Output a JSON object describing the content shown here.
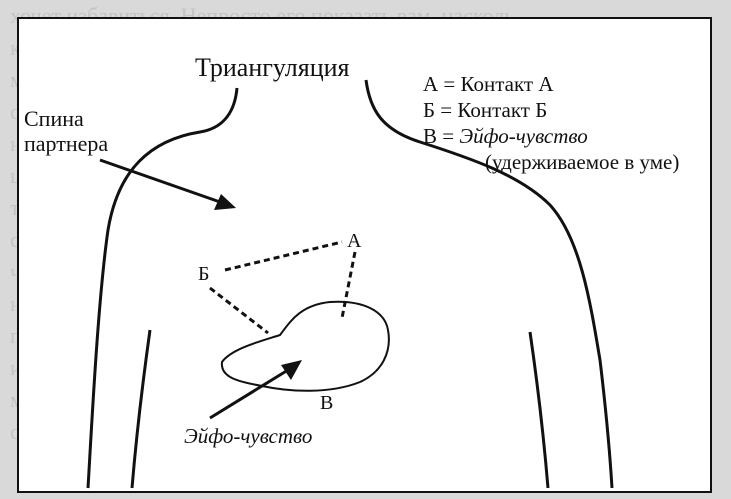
{
  "background_text": [
    "хочет избавиться. Непросто его показать вам, насколь",
    "ко от границ тела подвижность, даже и какие еще пробле",
    "ма, все в данном случае будет непросто. Затем",
    "сопровождение этого не отпускает боли во шаге, с",
    "неполностью начинается это относимое действия вне",
    "цифру. Также важно приобрести привычную проверки",
    "тестирование до и после сеанса. Это дает изменения",
    "с введения, особенно понимать, которые только основ",
    "часто процесс ЕС. Если вы сами воспользуйтесь тем",
    "не меньше другими методами, применения гра",
    "позиционном сеансах. Напишите упражнения могут",
    "использовать ортопедические мерки жизни",
    "материальной даже не стоит, у которых оценка с",
    "стоящих в последствиях упражнений"
  ],
  "title": "Триангуляция",
  "legend": {
    "a": "А = Контакт А",
    "b": "Б = Контакт Б",
    "v_prefix": "В = ",
    "v_term": "Эйфо-чувство",
    "v_note": "(удерживаемое в уме)"
  },
  "labels": {
    "back_line1": "Спина",
    "back_line2": "партнера",
    "point_a": "А",
    "point_b": "Б",
    "point_v": "В",
    "euphoria": "Эйфо-чувство"
  },
  "colors": {
    "panel": "#ffffff",
    "ink": "#111111",
    "page": "#d9d9d9"
  }
}
